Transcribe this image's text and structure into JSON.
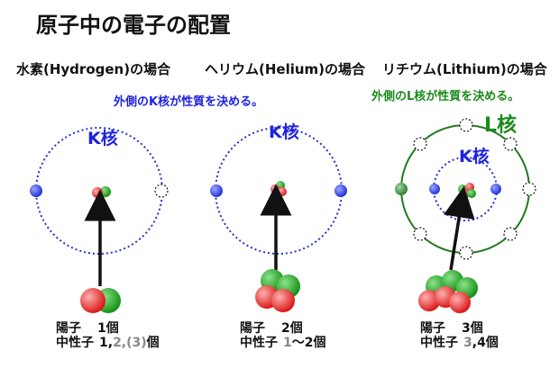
{
  "title": "原子中の電子の配置",
  "colors": {
    "blue_label": "#1f22e0",
    "green_label": "#1a8a1a",
    "orbit_blue": "#2233cc",
    "orbit_green": "#1f7a1f",
    "electron_blue": "#2a3cf0",
    "electron_green": "#3a9a3a",
    "proton": "#e02020",
    "neutron": "#16a316",
    "arrow": "#111111",
    "gray_text": "#888888"
  },
  "hydrogen": {
    "heading": "水素(Hydrogen)の場合",
    "note": "外側のK核が性質を決める。",
    "k_label": "K核",
    "protons_label": "陽子",
    "protons_value": "1個",
    "neutrons_label": "中性子",
    "neutrons_value_a": "1,",
    "neutrons_value_b": "2,(3)",
    "neutrons_value_c": "個"
  },
  "helium": {
    "heading": "ヘリウム(Helium)の場合",
    "k_label": "K核",
    "protons_label": "陽子",
    "protons_value": "2個",
    "neutrons_label": "中性子",
    "neutrons_value_a": "1",
    "neutrons_value_b": "～2個"
  },
  "lithium": {
    "heading": "リチウム(Lithium)の場合",
    "note": "外側のL核が性質を決める。",
    "k_label": "K核",
    "l_label": "L核",
    "protons_label": "陽子",
    "protons_value": "3個",
    "neutrons_label": "中性子",
    "neutrons_value_a": "3",
    "neutrons_value_b": ",4個"
  }
}
